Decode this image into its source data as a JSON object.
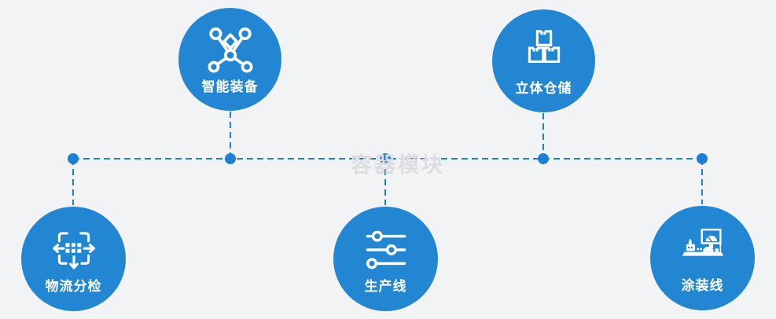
{
  "diagram": {
    "watermark": "容器模块",
    "nodes": [
      {
        "id": "equipment",
        "label": "智能装备",
        "icon": "network-icon"
      },
      {
        "id": "warehouse",
        "label": "立体仓储",
        "icon": "boxes-icon"
      },
      {
        "id": "sorting",
        "label": "物流分检",
        "icon": "sort-arrows-icon"
      },
      {
        "id": "production",
        "label": "生产线",
        "icon": "sliders-icon"
      },
      {
        "id": "painting",
        "label": "涂装线",
        "icon": "paint-station-icon"
      }
    ],
    "colors": {
      "node-fill": "#2386d3",
      "connector": "#1e80d4",
      "bg": "#f2f3f5",
      "icon": "#ffffff",
      "watermark": "#dcdde0"
    }
  }
}
